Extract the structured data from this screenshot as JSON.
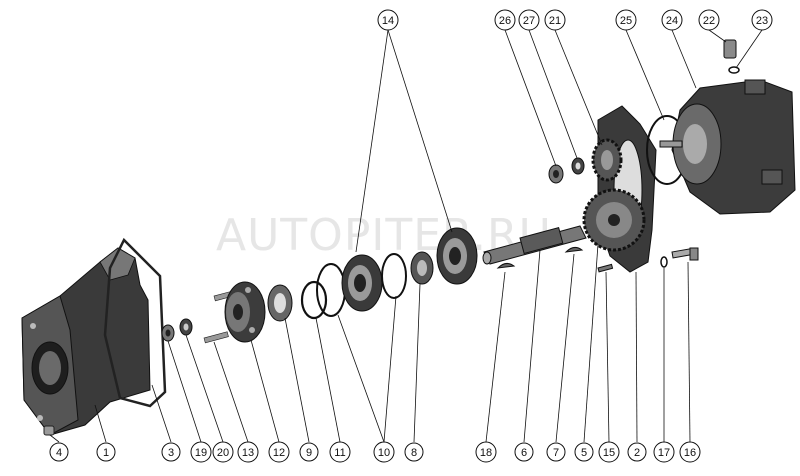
{
  "watermark": "AUTOPITER.RU",
  "colors": {
    "part_dark": "#2e2e2e",
    "part_mid": "#555555",
    "part_light": "#8a8a8a",
    "part_highlight": "#b5b5b5",
    "line": "#111111"
  },
  "callouts": [
    {
      "id": "c1",
      "label": "1"
    },
    {
      "id": "c2",
      "label": "2"
    },
    {
      "id": "c3",
      "label": "3"
    },
    {
      "id": "c4",
      "label": "4"
    },
    {
      "id": "c5",
      "label": "5"
    },
    {
      "id": "c6",
      "label": "6"
    },
    {
      "id": "c7",
      "label": "7"
    },
    {
      "id": "c8",
      "label": "8"
    },
    {
      "id": "c9",
      "label": "9"
    },
    {
      "id": "c10",
      "label": "10"
    },
    {
      "id": "c11",
      "label": "11"
    },
    {
      "id": "c12",
      "label": "12"
    },
    {
      "id": "c13",
      "label": "13"
    },
    {
      "id": "c14",
      "label": "14"
    },
    {
      "id": "c15",
      "label": "15"
    },
    {
      "id": "c16",
      "label": "16"
    },
    {
      "id": "c17",
      "label": "17"
    },
    {
      "id": "c18",
      "label": "18"
    },
    {
      "id": "c19",
      "label": "19"
    },
    {
      "id": "c20",
      "label": "20"
    },
    {
      "id": "c21",
      "label": "21"
    },
    {
      "id": "c22",
      "label": "22"
    },
    {
      "id": "c23",
      "label": "23"
    },
    {
      "id": "c24",
      "label": "24"
    },
    {
      "id": "c25",
      "label": "25"
    },
    {
      "id": "c26",
      "label": "26"
    },
    {
      "id": "c27",
      "label": "27"
    }
  ]
}
